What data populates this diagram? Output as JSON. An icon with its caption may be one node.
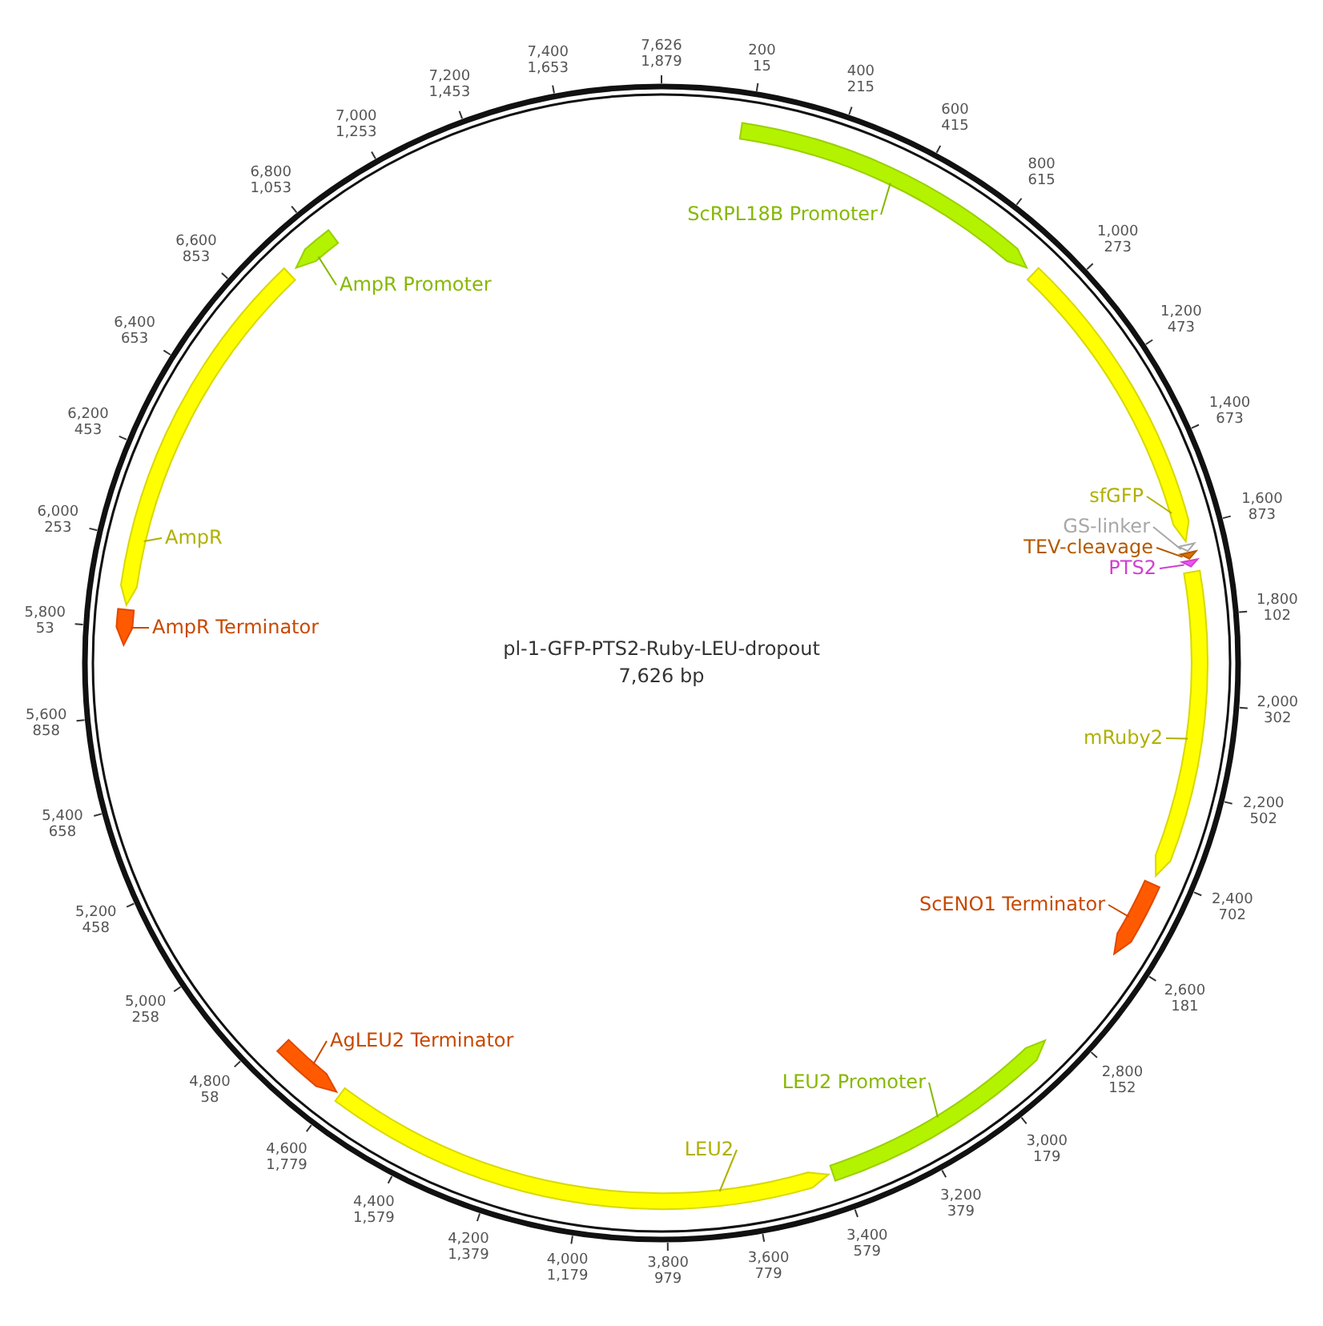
{
  "diagram": {
    "title": "pl-1-GFP-PTS2-Ruby-LEU-dropout",
    "nodes": [
      {
        "text": [
          "ScRPL18B Promoter"
        ]
      },
      {
        "text": [],
        "shape": "arc"
      },
      {
        "text": [
          "sfGFP"
        ]
      },
      {
        "text": [],
        "shape": "arc"
      },
      {
        "text": [
          "GS-linker"
        ]
      },
      {
        "text": [],
        "shape": "arc"
      },
      {
        "text": [
          "TEV-cleavage"
        ]
      },
      {
        "text": [],
        "shape": "arc"
      },
      {
        "text": [
          "PTS2"
        ]
      },
      {
        "text": [],
        "shape": "arc"
      },
      {
        "text": [
          "mRuby2"
        ]
      },
      {
        "text": [],
        "shape": "arc"
      },
      {
        "text": [
          "ScENO1 Terminator"
        ]
      },
      {
        "text": [],
        "shape": "arc"
      },
      {
        "text": [
          "LEU2 Promoter"
        ]
      },
      {
        "text": [],
        "shape": "arc"
      },
      {
        "text": [
          "LEU2"
        ]
      },
      {
        "text": [],
        "shape": "arc"
      },
      {
        "text": [
          "AgLEU2 Terminator"
        ]
      },
      {
        "text": [],
        "shape": "arc"
      },
      {
        "text": [
          "AmpR Terminator"
        ]
      },
      {
        "text": [],
        "shape": "arc"
      },
      {
        "text": [
          "AmpR"
        ]
      },
      {
        "text": [],
        "shape": "arc"
      },
      {
        "text": [
          "AmpR Promoter"
        ]
      },
      {
        "text": [],
        "shape": "arc"
      }
    ],
    "edges": [
      {
        "from": 0,
        "to": 1,
        "arrow": "none",
        "color": "#86b800"
      },
      {
        "from": 2,
        "to": 3,
        "arrow": "none",
        "color": "#b0b000"
      },
      {
        "from": 4,
        "to": 5,
        "arrow": "none",
        "color": "#a8a8a8"
      },
      {
        "from": 6,
        "to": 7,
        "arrow": "none",
        "color": "#b35a00"
      },
      {
        "from": 8,
        "to": 9,
        "arrow": "none",
        "color": "#d040d0"
      },
      {
        "from": 10,
        "to": 11,
        "arrow": "none",
        "color": "#b0b000"
      },
      {
        "from": 12,
        "to": 13,
        "arrow": "none",
        "color": "#c84800"
      },
      {
        "from": 14,
        "to": 15,
        "arrow": "none",
        "color": "#86b800"
      },
      {
        "from": 16,
        "to": 17,
        "arrow": "none",
        "color": "#b0b000"
      },
      {
        "from": 18,
        "to": 19,
        "arrow": "none",
        "color": "#c84800"
      },
      {
        "from": 20,
        "to": 21,
        "arrow": "none",
        "color": "#c84800"
      },
      {
        "from": 22,
        "to": 23,
        "arrow": "none",
        "color": "#b0b000"
      },
      {
        "from": 24,
        "to": 25,
        "arrow": "none",
        "color": "#86b800"
      }
    ],
    "labels": [
      "7,626",
      "1,879",
      "200",
      "15",
      "400",
      "215",
      "600",
      "415",
      "800",
      "615",
      "1,000",
      "273",
      "1,200",
      "473",
      "1,400",
      "673",
      "1,600",
      "873",
      "1,800",
      "102",
      "2,000",
      "302",
      "2,200",
      "502",
      "2,400",
      "702",
      "2,600",
      "181",
      "2,800",
      "152",
      "3,000",
      "179",
      "3,200",
      "379",
      "3,400",
      "579",
      "3,600",
      "779",
      "3,800",
      "979",
      "4,000",
      "1,179",
      "4,200",
      "1,379",
      "4,400",
      "1,579",
      "4,600",
      "1,779",
      "4,800",
      "58",
      "5,000",
      "258",
      "5,200",
      "458",
      "5,400",
      "658",
      "5,600",
      "858",
      "5,800",
      "53",
      "6,000",
      "253",
      "6,200",
      "453",
      "6,400",
      "653",
      "6,600",
      "853",
      "6,800",
      "1,053",
      "7,000",
      "1,253",
      "7,200",
      "1,453",
      "7,400",
      "1,653",
      "7,626 bp"
    ]
  }
}
